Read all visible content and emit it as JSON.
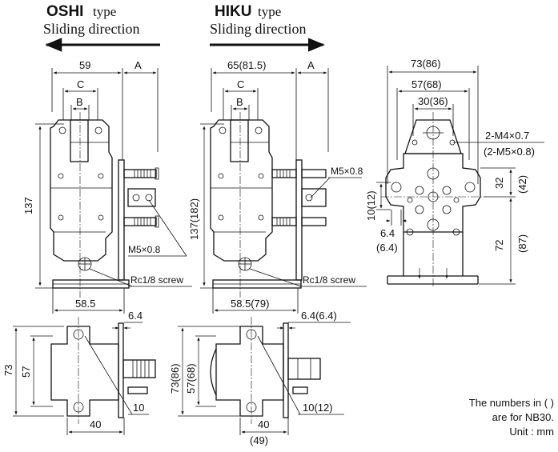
{
  "oshi": {
    "name": "OSHI",
    "type_word": "type",
    "direction": "Sliding direction",
    "width": "59",
    "a": "A",
    "c": "C",
    "b": "B",
    "height": "137",
    "thread": "M5×0.8",
    "port": "Rc1/8 screw",
    "base": "58.5",
    "gap": "6.4",
    "depth": "73",
    "inner": "57",
    "foot": "40",
    "side": "10"
  },
  "hiku": {
    "name": "HIKU",
    "type_word": "type",
    "direction": "Sliding direction",
    "width": "65(81.5)",
    "a": "A",
    "c": "C",
    "b": "B",
    "height": "137(182)",
    "thread": "M5×0.8",
    "port": "Rc1/8 screw",
    "base": "58.5(79)",
    "gap": "6.4(6.4)",
    "depth": "73(86)",
    "inner": "57(68)",
    "foot": "40",
    "foot2": "(49)",
    "side": "10(12)"
  },
  "front": {
    "w1": "73(86)",
    "w2": "57(68)",
    "w3": "30(36)",
    "tap1": "2-M4×0.7",
    "tap2": "(2-M5×0.8)",
    "h32": "32",
    "h42": "(42)",
    "h72": "72",
    "h87": "(87)",
    "p10": "10(12)",
    "p64a": "6.4",
    "p64b": "(6.4)"
  },
  "note": {
    "l1": "The numbers in ( )",
    "l2": "are for NB30.",
    "l3": "Unit : mm"
  }
}
